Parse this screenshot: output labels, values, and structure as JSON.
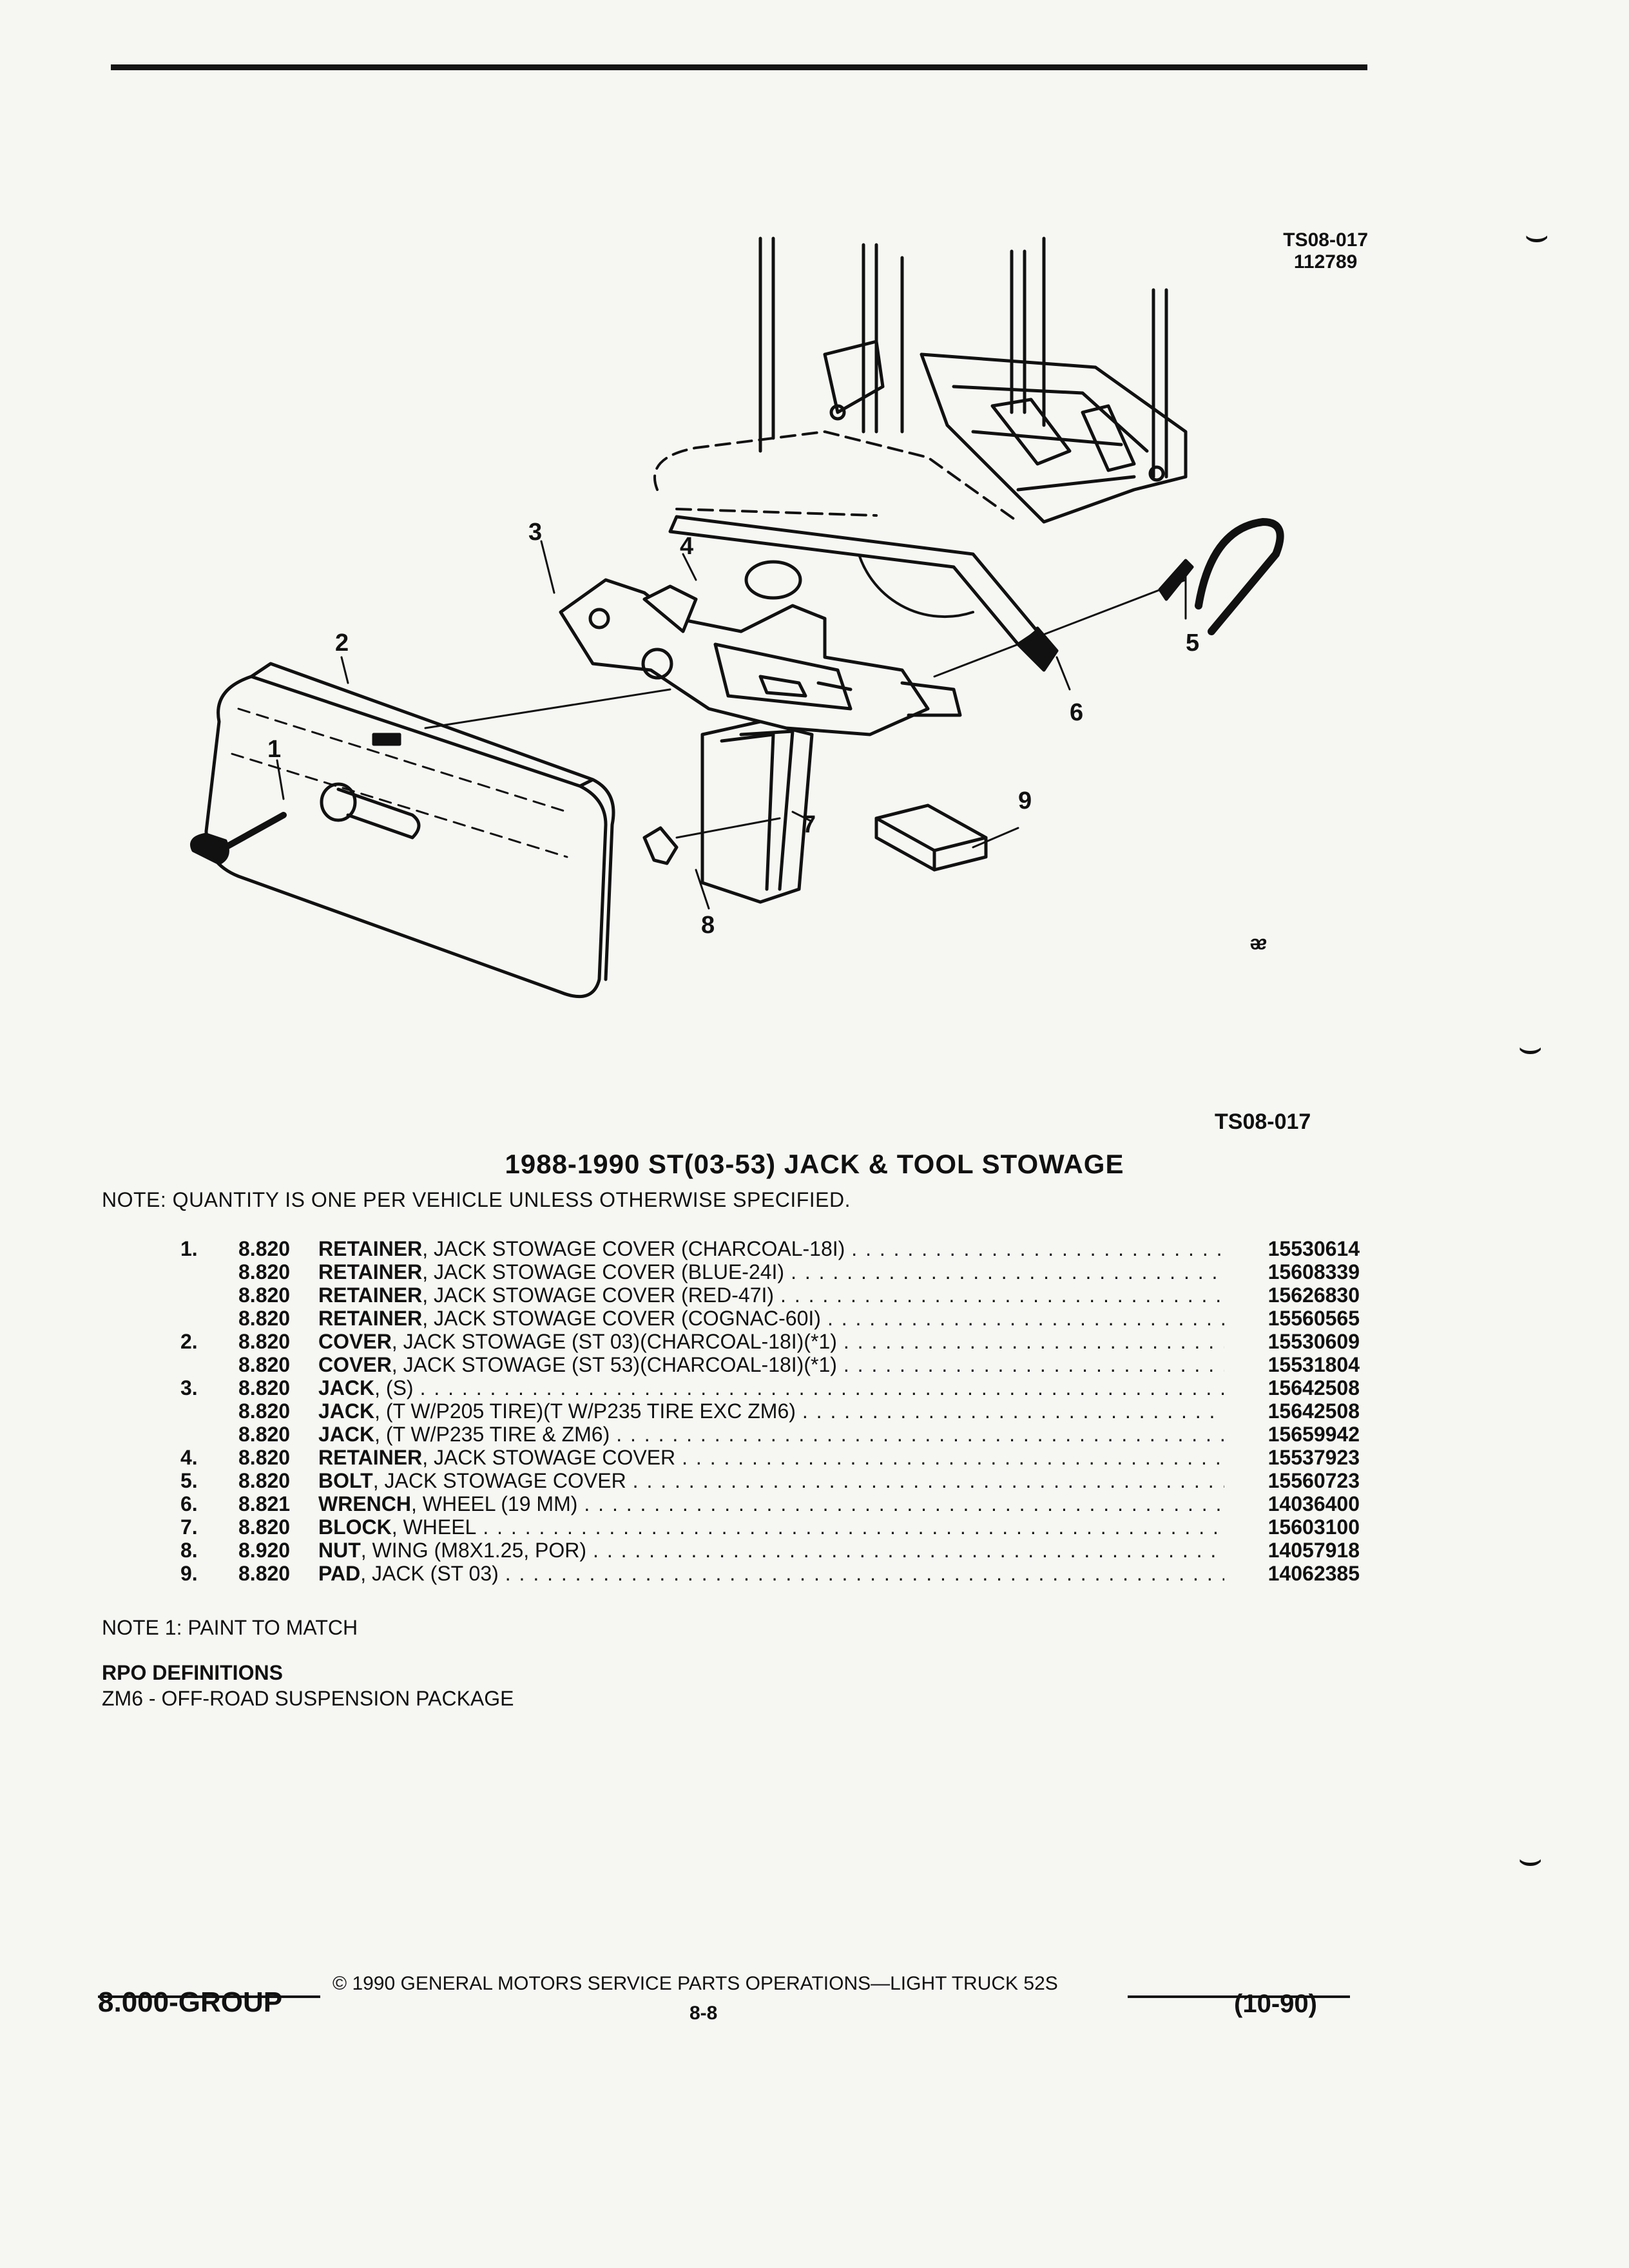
{
  "figure": {
    "code": "TS08-017",
    "number": "112789",
    "code_bottom": "TS08-017"
  },
  "callouts": [
    "1",
    "2",
    "3",
    "4",
    "5",
    "6",
    "7",
    "8",
    "9"
  ],
  "logo_text": "ᵆ",
  "title": "1988-1990 ST(03-53) JACK & TOOL STOWAGE",
  "note": "NOTE:  QUANTITY IS ONE PER VEHICLE UNLESS OTHERWISE SPECIFIED.",
  "parts": [
    {
      "num": "1.",
      "group": "8.820",
      "name": "RETAINER",
      "desc": ", JACK STOWAGE COVER (CHARCOAL-18I)",
      "part": "15530614"
    },
    {
      "num": "",
      "group": "8.820",
      "name": "RETAINER",
      "desc": ", JACK STOWAGE COVER (BLUE-24I)",
      "part": "15608339"
    },
    {
      "num": "",
      "group": "8.820",
      "name": "RETAINER",
      "desc": ", JACK STOWAGE COVER (RED-47I)",
      "part": "15626830"
    },
    {
      "num": "",
      "group": "8.820",
      "name": "RETAINER",
      "desc": ", JACK STOWAGE COVER (COGNAC-60I)",
      "part": "15560565"
    },
    {
      "num": "2.",
      "group": "8.820",
      "name": "COVER",
      "desc": ", JACK STOWAGE (ST 03)(CHARCOAL-18I)(*1)",
      "part": "15530609"
    },
    {
      "num": "",
      "group": "8.820",
      "name": "COVER",
      "desc": ", JACK STOWAGE (ST 53)(CHARCOAL-18I)(*1)",
      "part": "15531804"
    },
    {
      "num": "3.",
      "group": "8.820",
      "name": "JACK",
      "desc": ", (S)",
      "part": "15642508"
    },
    {
      "num": "",
      "group": "8.820",
      "name": "JACK",
      "desc": ", (T W/P205 TIRE)(T W/P235 TIRE EXC ZM6)",
      "part": "15642508"
    },
    {
      "num": "",
      "group": "8.820",
      "name": "JACK",
      "desc": ", (T W/P235 TIRE & ZM6)",
      "part": "15659942"
    },
    {
      "num": "4.",
      "group": "8.820",
      "name": "RETAINER",
      "desc": ", JACK STOWAGE COVER",
      "part": "15537923"
    },
    {
      "num": "5.",
      "group": "8.820",
      "name": "BOLT",
      "desc": ", JACK STOWAGE COVER",
      "part": "15560723"
    },
    {
      "num": "6.",
      "group": "8.821",
      "name": "WRENCH",
      "desc": ", WHEEL (19 MM)",
      "part": "14036400"
    },
    {
      "num": "7.",
      "group": "8.820",
      "name": "BLOCK",
      "desc": ", WHEEL",
      "part": "15603100"
    },
    {
      "num": "8.",
      "group": "8.920",
      "name": "NUT",
      "desc": ", WING (M8X1.25, POR)",
      "part": "14057918"
    },
    {
      "num": "9.",
      "group": "8.820",
      "name": "PAD",
      "desc": ", JACK (ST 03)",
      "part": "14062385"
    }
  ],
  "note1": "NOTE  1:  PAINT TO MATCH",
  "rpo": {
    "heading": "RPO DEFINITIONS",
    "definition": "ZM6 - OFF-ROAD SUSPENSION PACKAGE"
  },
  "footer": {
    "copyright": "©  1990  GENERAL MOTORS SERVICE PARTS OPERATIONS—LIGHT TRUCK 52S",
    "group": "8.000-GROUP",
    "page": "8-8",
    "date": "(10-90)"
  }
}
